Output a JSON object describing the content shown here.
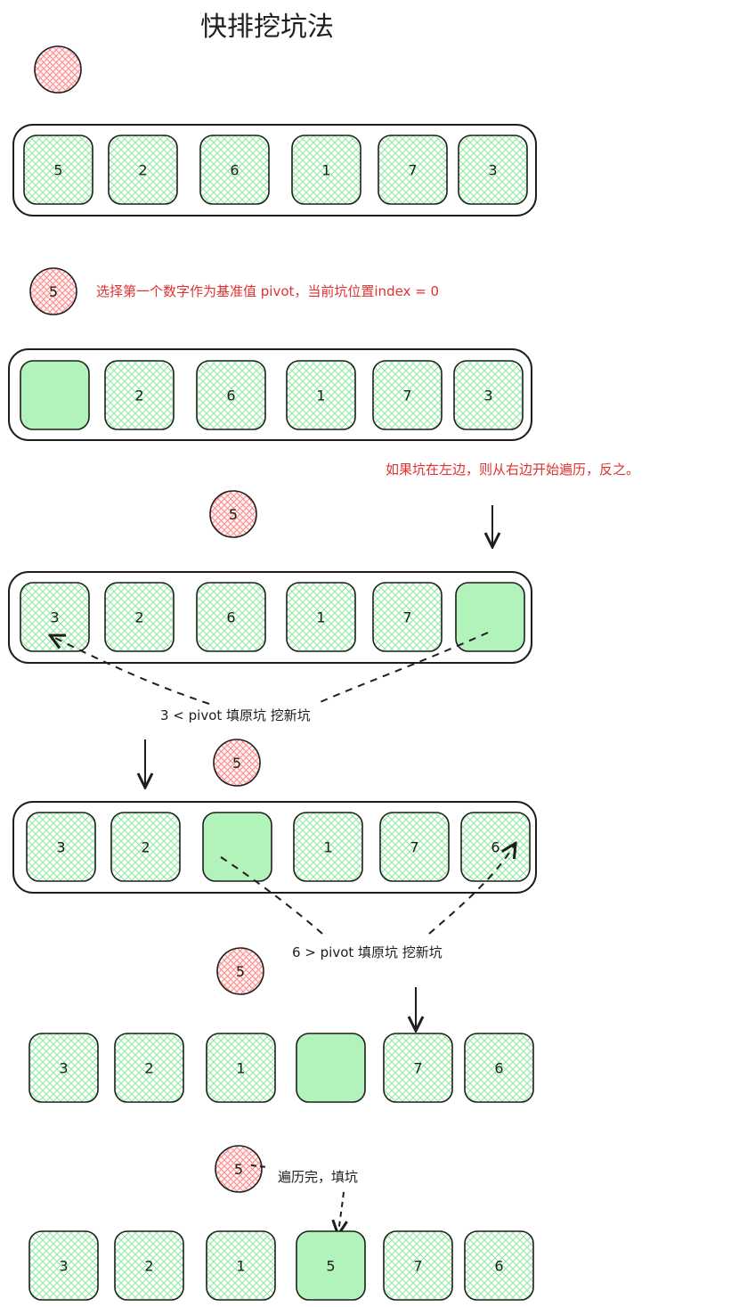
{
  "title": "快排挖坑法",
  "notes": {
    "step1": "选择第一个数字作为基准值 pivot，当前坑位置index = 0",
    "rule": "如果坑在左边，则从右边开始遍历，反之。",
    "swap_left": "3 < pivot 填原坑 挖新坑",
    "swap_right": "6 > pivot 填原坑 挖新坑",
    "finish": "遍历完，填坑"
  },
  "pivot_value": "5",
  "colors": {
    "cell_fill": "#b2f2bb",
    "pivot_fill": "#ffc9c9",
    "stroke": "#1e1e1e",
    "note_red": "#e03131"
  },
  "rows": [
    {
      "name": "row-initial",
      "cells": [
        "5",
        "2",
        "6",
        "1",
        "7",
        "3"
      ],
      "hole": -1
    },
    {
      "name": "row-pivot-taken",
      "cells": [
        "",
        "2",
        "6",
        "1",
        "7",
        "3"
      ],
      "hole": 0
    },
    {
      "name": "row-fill-3",
      "cells": [
        "3",
        "2",
        "6",
        "1",
        "7",
        ""
      ],
      "hole": 5
    },
    {
      "name": "row-fill-6",
      "cells": [
        "3",
        "2",
        "",
        "1",
        "7",
        "6"
      ],
      "hole": 2
    },
    {
      "name": "row-before-last",
      "cells": [
        "3",
        "2",
        "1",
        "",
        "7",
        "6"
      ],
      "hole": 3
    },
    {
      "name": "row-final",
      "cells": [
        "3",
        "2",
        "1",
        "5",
        "7",
        "6"
      ],
      "hole": 3
    }
  ]
}
